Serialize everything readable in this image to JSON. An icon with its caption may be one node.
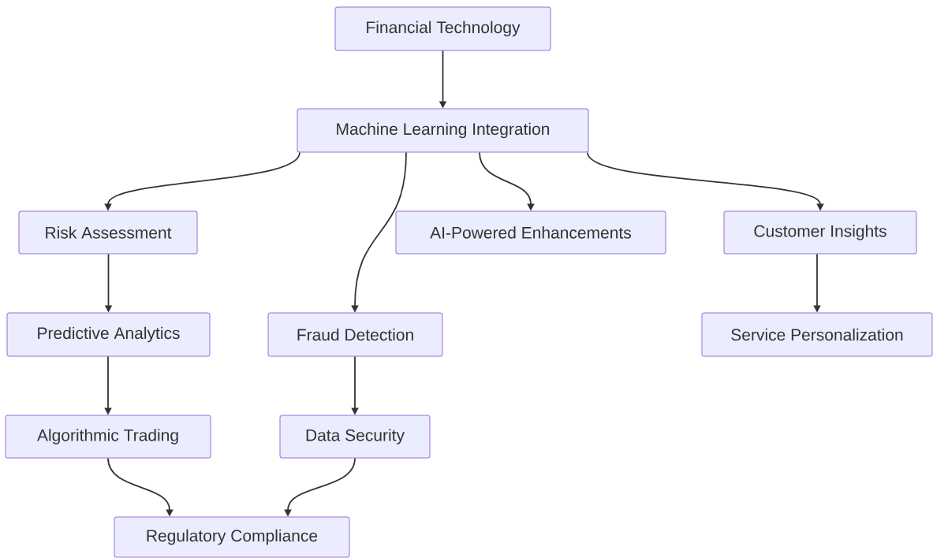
{
  "diagram": {
    "nodes": [
      {
        "text": [
          "Financial Technology"
        ]
      },
      {
        "text": [
          "Machine Learning Integration"
        ]
      },
      {
        "text": [
          "Risk Assessment"
        ]
      },
      {
        "text": [
          "AI-Powered Enhancements"
        ]
      },
      {
        "text": [
          "Customer Insights"
        ]
      },
      {
        "text": [
          "Predictive Analytics"
        ]
      },
      {
        "text": [
          "Fraud Detection"
        ]
      },
      {
        "text": [
          "Service Personalization"
        ]
      },
      {
        "text": [
          "Algorithmic Trading"
        ]
      },
      {
        "text": [
          "Data Security"
        ]
      },
      {
        "text": [
          "Regulatory Compliance"
        ]
      }
    ],
    "edges": [
      {
        "from": 0,
        "to": 1,
        "arrow": "to"
      },
      {
        "from": 1,
        "to": 2,
        "arrow": "to"
      },
      {
        "from": 1,
        "to": 6,
        "arrow": "to"
      },
      {
        "from": 1,
        "to": 3,
        "arrow": "to"
      },
      {
        "from": 1,
        "to": 4,
        "arrow": "to"
      },
      {
        "from": 2,
        "to": 5,
        "arrow": "to"
      },
      {
        "from": 4,
        "to": 7,
        "arrow": "to"
      },
      {
        "from": 5,
        "to": 8,
        "arrow": "to"
      },
      {
        "from": 6,
        "to": 9,
        "arrow": "to"
      },
      {
        "from": 8,
        "to": 10,
        "arrow": "to"
      },
      {
        "from": 9,
        "to": 10,
        "arrow": "to"
      }
    ]
  }
}
